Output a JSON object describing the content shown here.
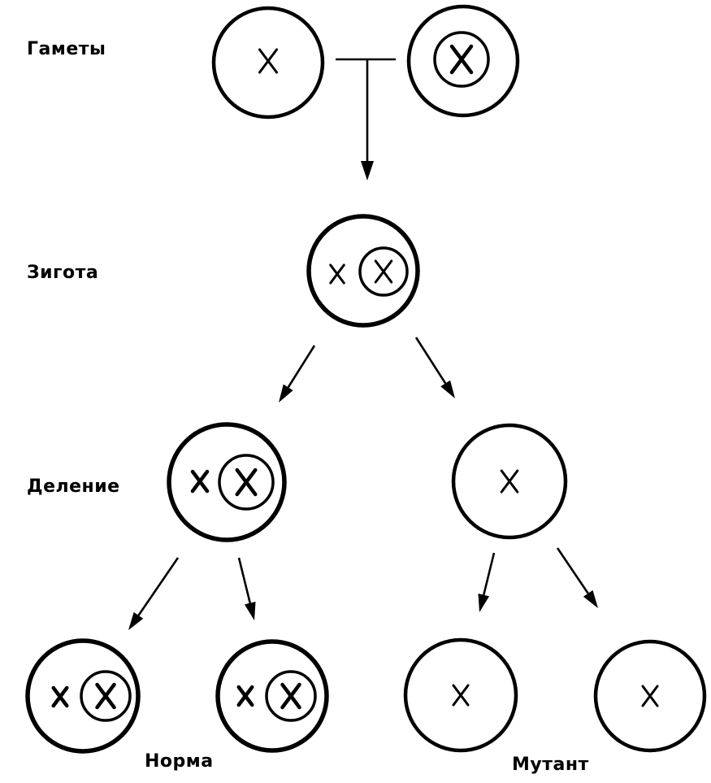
{
  "labels": {
    "gametes": "Гаметы",
    "zygote": "Зигота",
    "division": "Деление",
    "normal": "Норма",
    "mutant": "Мутант"
  },
  "chromosome_symbol": "X"
}
